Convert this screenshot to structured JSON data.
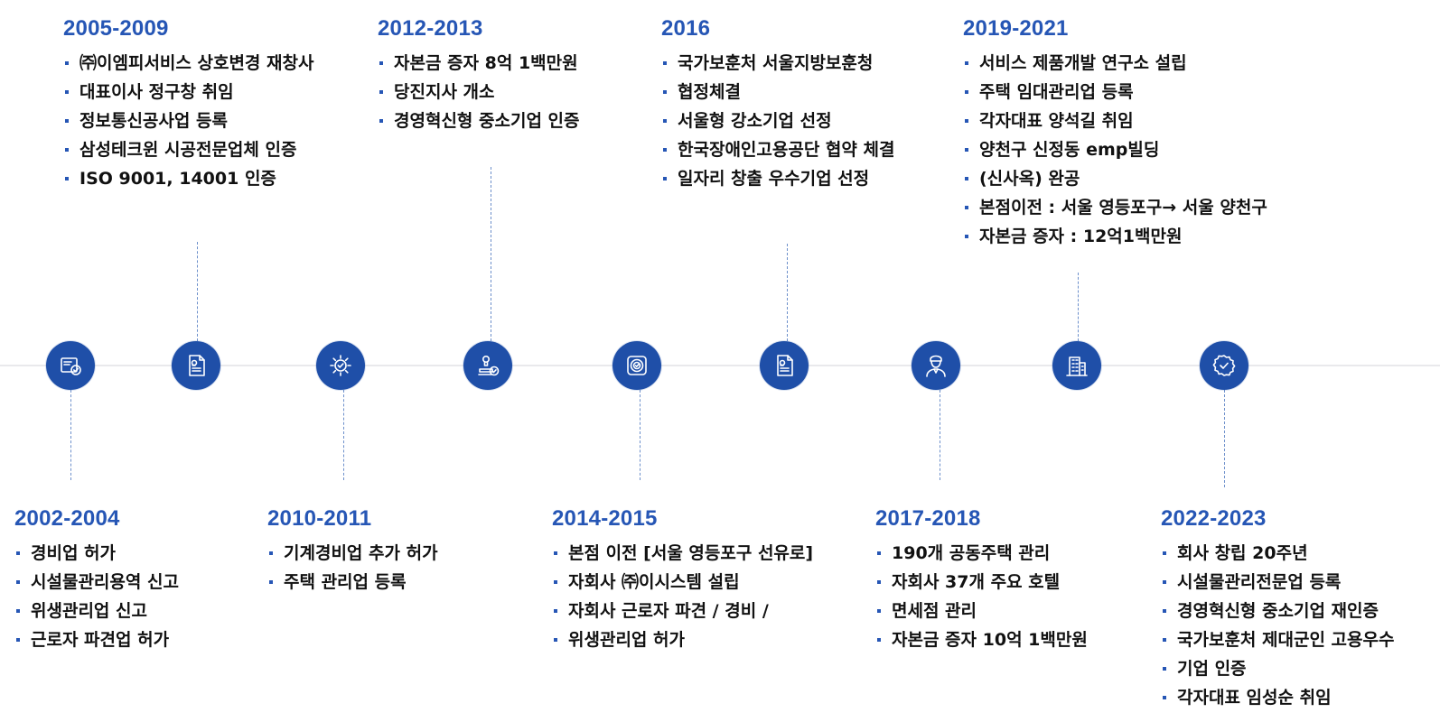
{
  "colors": {
    "accent": "#2656b5",
    "node": "#1f4fa8",
    "axis": "#e9e9ec",
    "text": "#111111"
  },
  "timeline": {
    "nodes": [
      {
        "icon": "certificate-badge-icon"
      },
      {
        "icon": "document-license-icon"
      },
      {
        "icon": "gear-check-icon"
      },
      {
        "icon": "stamp-approval-icon"
      },
      {
        "icon": "target-circle-icon"
      },
      {
        "icon": "document-license-icon"
      },
      {
        "icon": "security-guard-icon"
      },
      {
        "icon": "building-icon"
      },
      {
        "icon": "verified-badge-icon"
      }
    ],
    "periods": [
      {
        "year": "2002-2004",
        "items": [
          "경비업 허가",
          "시설물관리용역 신고",
          "위생관리업 신고",
          "근로자 파견업 허가"
        ]
      },
      {
        "year": "2005-2009",
        "items": [
          "㈜이엠피서비스 상호변경 재창사",
          "대표이사 정구창 취임",
          "정보통신공사업 등록",
          "삼성테크윈 시공전문업체 인증",
          "ISO 9001, 14001 인증"
        ]
      },
      {
        "year": "2010-2011",
        "items": [
          "기계경비업 추가 허가",
          "주택 관리업 등록"
        ]
      },
      {
        "year": "2012-2013",
        "items": [
          "자본금 증자 8억 1백만원",
          "당진지사 개소",
          "경영혁신형 중소기업 인증"
        ]
      },
      {
        "year": "2014-2015",
        "items": [
          "본점 이전 [서울 영등포구 선유로]",
          "자회사 ㈜이시스템 설립",
          "자회사 근로자 파견 / 경비 /",
          "위생관리업 허가"
        ]
      },
      {
        "year": "2016",
        "items": [
          "국가보훈처 서울지방보훈청",
          "협정체결",
          "서울형 강소기업 선정",
          "한국장애인고용공단 협약 체결",
          "일자리 창출 우수기업 선정"
        ]
      },
      {
        "year": "2017-2018",
        "items": [
          "190개 공동주택 관리",
          "자회사 37개 주요 호텔",
          "면세점 관리",
          "자본금 증자 10억 1백만원"
        ]
      },
      {
        "year": "2019-2021",
        "items": [
          "서비스 제품개발 연구소 설립",
          "주택 임대관리업 등록",
          "각자대표 양석길 취임",
          "양천구 신정동 emp빌딩",
          "(신사옥) 완공",
          "본점이전 : 서울 영등포구→ 서울 양천구",
          "자본금 증자 : 12억1백만원"
        ]
      },
      {
        "year": "2022-2023",
        "items": [
          "회사 창립 20주년",
          "시설물관리전문업 등록",
          "경영혁신형 중소기업 재인증",
          "국가보훈처 제대군인 고용우수",
          "기업 인증",
          "각자대표 임성순 취임"
        ]
      }
    ]
  }
}
